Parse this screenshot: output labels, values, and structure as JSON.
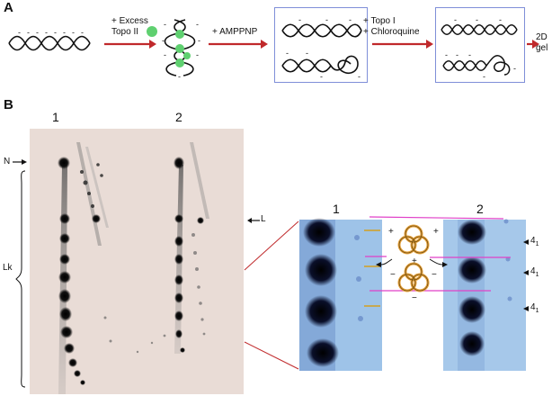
{
  "panel_a": {
    "label": "A",
    "steps": [
      "+ Excess",
      "Topo II",
      "+ AMPPNP",
      "+ Topo I",
      "+ Chloroquine",
      "2D",
      "gel"
    ]
  },
  "panel_b": {
    "label": "B",
    "gel_lanes": [
      "1",
      "2"
    ],
    "gel_side_labels": [
      "N",
      "Lk",
      "L"
    ],
    "zoom_lanes": [
      "1",
      "2"
    ],
    "knot_labels": [
      "4",
      "1",
      "4",
      "1",
      "4",
      "1"
    ],
    "charge_signs": [
      "+",
      "+",
      "+",
      "−",
      "−",
      "−"
    ]
  },
  "colors": {
    "arrow_red": "#c0292b",
    "box_border": "#7f8fd8",
    "topo_green": "#5fd070",
    "magenta_line": "#e040c8",
    "orange_tick": "#d4a020",
    "knot_orange": "#e6a23c"
  }
}
